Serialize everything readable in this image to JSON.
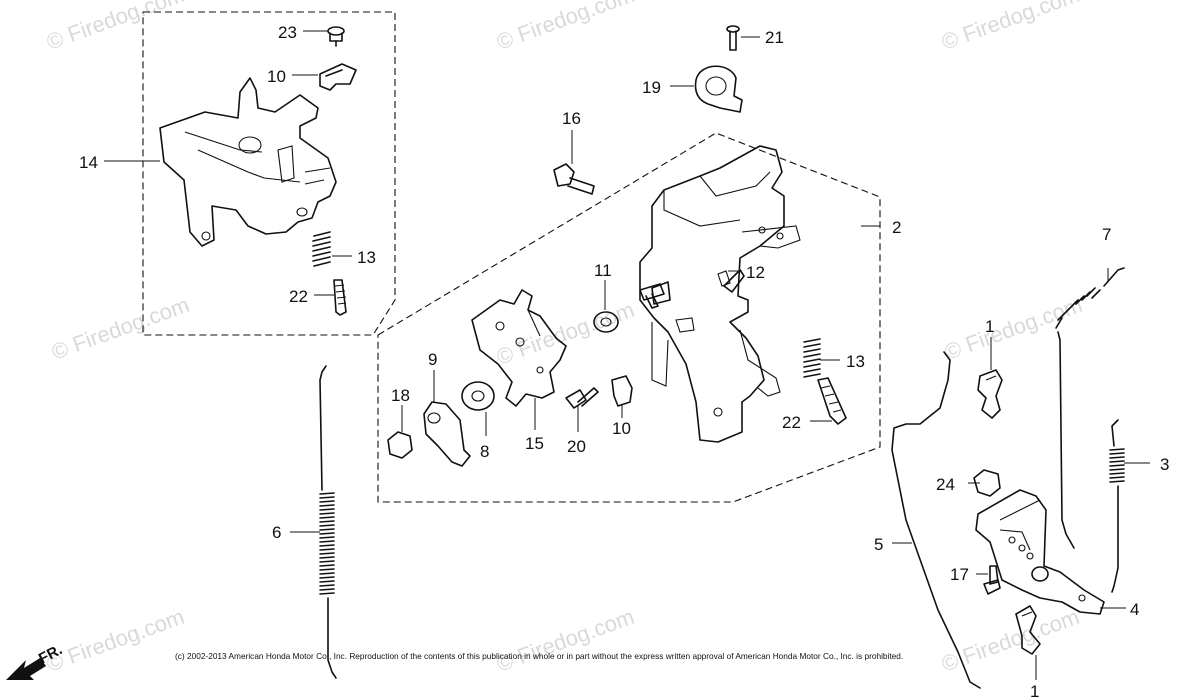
{
  "watermark": "© Firedog.com",
  "copyright": "(c) 2002-2013 American Honda Motor Co., Inc. Reproduction of the contents of this publication in whole or in part without the express written approval of American Honda Motor Co., Inc. is prohibited.",
  "direction_label": "FR.",
  "callouts": {
    "c1a": "1",
    "c1b": "1",
    "c2": "2",
    "c3": "3",
    "c4": "4",
    "c5": "5",
    "c6": "6",
    "c7": "7",
    "c8": "8",
    "c9": "9",
    "c10a": "10",
    "c10b": "10",
    "c11": "11",
    "c12": "12",
    "c13a": "13",
    "c13b": "13",
    "c14": "14",
    "c15": "15",
    "c16": "16",
    "c17": "17",
    "c18": "18",
    "c19": "19",
    "c20": "20",
    "c21": "21",
    "c22a": "22",
    "c22b": "22",
    "c23": "23",
    "c24": "24"
  }
}
